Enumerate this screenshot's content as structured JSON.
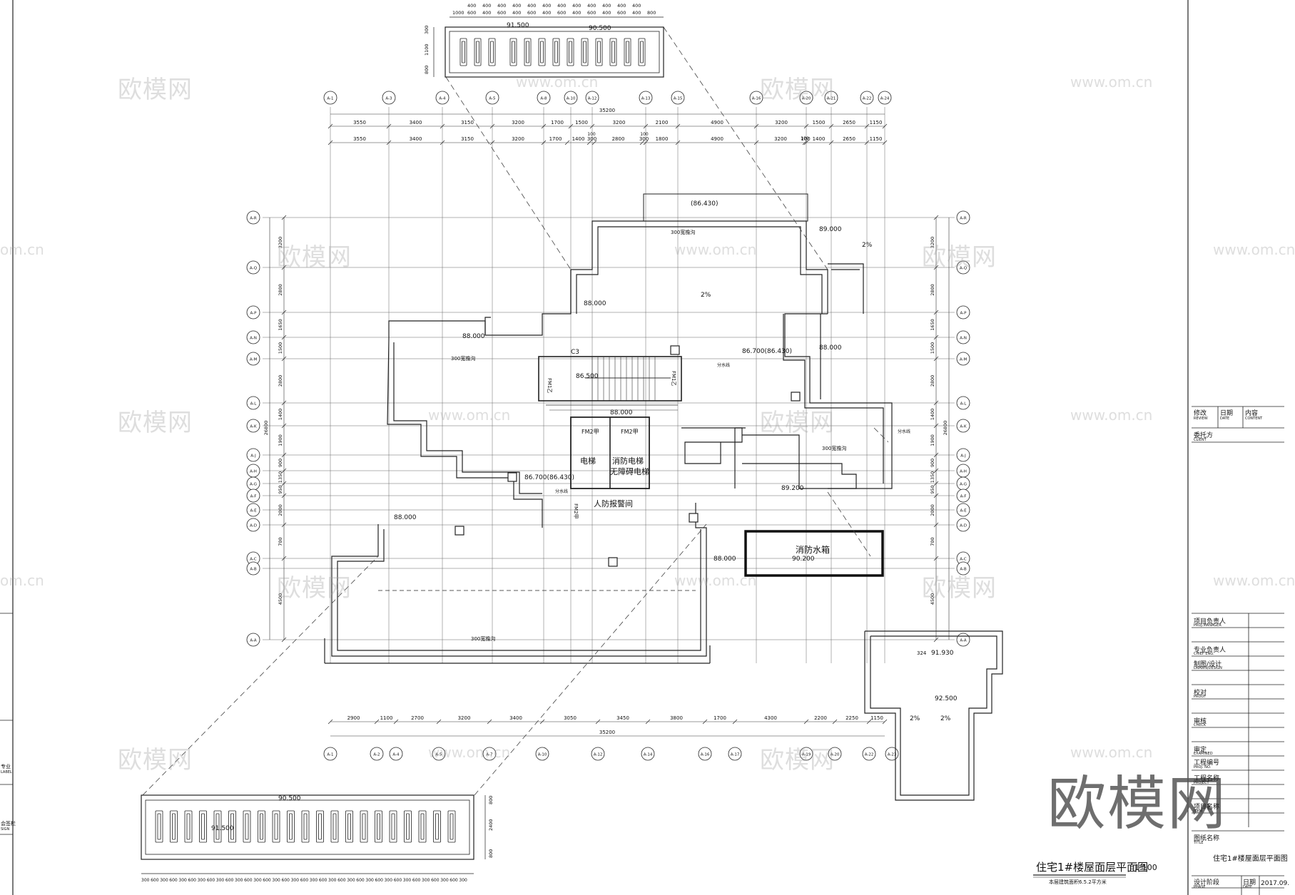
{
  "drawing": {
    "title": "住宅1#楼屋面层平面图",
    "scale": "1:100",
    "note": "本层建筑面积6.5.2平方米"
  },
  "grid": {
    "top_axes": [
      "A-1",
      "A-3",
      "A-4",
      "A-5",
      "A-8",
      "A-10",
      "A-12",
      "A-13",
      "A-15",
      "A-16",
      "A-20",
      "A-21",
      "A-22",
      "A-24"
    ],
    "bottom_axes": [
      "A-1",
      "A-2",
      "A-4",
      "A-5",
      "A-7",
      "A-10",
      "A-12",
      "A-14",
      "A-16",
      "A-17",
      "A-19",
      "A-20",
      "A-22",
      "A-23"
    ],
    "left_axes": [
      "A-R",
      "A-Q",
      "A-P",
      "A-N",
      "A-M",
      "A-L",
      "A-K",
      "A-J",
      "A-H",
      "A-G",
      "A-F",
      "A-E",
      "A-D",
      "A-C",
      "A-B",
      "A-A"
    ],
    "right_axes": [
      "A-R",
      "A-Q",
      "A-P",
      "A-N",
      "A-M",
      "A-L",
      "A-K",
      "A-J",
      "A-H",
      "A-G",
      "A-F",
      "A-E",
      "A-D",
      "A-C",
      "A-B",
      "A-A"
    ],
    "top_total": "35200",
    "top_dims_1": [
      "3550",
      "3400",
      "3150",
      "3200",
      "1700",
      "1500",
      "3200",
      "2100",
      "4900",
      "3200",
      "1500",
      "2650",
      "1150"
    ],
    "top_dims_2": [
      "3550",
      "3400",
      "3150",
      "3200",
      "1700",
      "1400",
      "300",
      "2800",
      "300",
      "1800",
      "4900",
      "3200",
      "100",
      "1400",
      "2650",
      "1150"
    ],
    "top_small": [
      "100",
      "100",
      "100"
    ],
    "bottom_total": "35200",
    "bottom_dims": [
      "2900",
      "1100",
      "2700",
      "3200",
      "3400",
      "3050",
      "3450",
      "3800",
      "1700",
      "4300",
      "2200",
      "2250",
      "1150"
    ],
    "left_dims": [
      "3200",
      "2800",
      "1650",
      "1500",
      "2800",
      "1400",
      "1900",
      "900",
      "1350",
      "950",
      "2000",
      "700",
      "4500"
    ],
    "left_total": "26800",
    "right_dims": [
      "3200",
      "2800",
      "1650",
      "1500",
      "2800",
      "1400",
      "1900",
      "900",
      "1350",
      "950",
      "2000",
      "700",
      "4500"
    ],
    "right_total": "26800"
  },
  "labels": {
    "elev_86430": "(86.430)",
    "elev_89000": "89.000",
    "elev_88000_a": "88.000",
    "elev_88000_b": "88.000",
    "elev_88000_c": "88.000",
    "elev_88000_d": "88.000",
    "elev_88000_e": "88.000",
    "elev_86700_a": "86.700(86.430)",
    "elev_86700_b": "86.700(86.430)",
    "elev_86500": "86.500",
    "elev_89200": "89.200",
    "elev_90200": "90.200",
    "elev_91500_top": "91.500",
    "elev_90500_top": "90.500",
    "elev_90500_bot": "90.500",
    "elev_91500_bot": "91.500",
    "elev_92500": "92.500",
    "elev_91930": "91.930",
    "elev_88000_f": "88.000",
    "parapet_1": "300宽檐沟",
    "parapet_2": "300宽檐沟",
    "parapet_3": "300宽檐沟",
    "parapet_4": "300宽檐沟",
    "slope_1": "2%",
    "slope_2": "2%",
    "slope_3": "2%",
    "slope_4": "2%",
    "c3": "C3",
    "fm1_a": "FM1乙",
    "fm1_b": "FM1乙",
    "fm2_a": "FM2甲",
    "fm2_b": "FM2甲",
    "fm2_c": "FM2甲",
    "elevator": "电梯",
    "fire_elevator": "消防电梯",
    "fire_elevator_2": "无障碍电梯",
    "civil_defense": "人防报警间",
    "water_tank": "消防水箱",
    "downpipe_1": "分水线",
    "downpipe_2": "分水线",
    "downpipe_3": "分水线",
    "label_324": "324",
    "top_detail_dims": [
      "1000",
      "600",
      "400",
      "600",
      "400",
      "600",
      "400",
      "600",
      "400",
      "600",
      "400",
      "600",
      "400",
      "800"
    ],
    "top_detail_heads": [
      "400",
      "400",
      "400",
      "400",
      "400",
      "400",
      "400",
      "400",
      "400",
      "400",
      "400",
      "400"
    ],
    "top_detail_side": [
      "300",
      "1100",
      "800"
    ],
    "bot_detail_side": [
      "800",
      "2400",
      "800"
    ],
    "bot_detail_dims": [
      "300",
      "600",
      "300",
      "600",
      "300",
      "600",
      "300",
      "600",
      "300",
      "600",
      "300",
      "600",
      "300",
      "600",
      "300",
      "600",
      "300",
      "600",
      "300",
      "600",
      "300",
      "600",
      "300",
      "600",
      "300",
      "600",
      "300",
      "600",
      "300",
      "600",
      "300",
      "600",
      "300",
      "600",
      "300"
    ]
  },
  "title_block": {
    "revise": "修改",
    "revise_en": "REVIEW",
    "date": "日期",
    "date_en": "DATE",
    "content": "内容",
    "content_en": "CONTENT",
    "client": "委托方",
    "client_en": "CLIENT",
    "project_manager": "项目负责人",
    "project_manager_en": "PROJ.MANAGER",
    "chief_eng": "专业负责人",
    "chief_eng_en": "CHIEF ENG.",
    "drawn_design": "制图/设计",
    "drawn_design_en": "DRAWN/DESIGN",
    "proof": "校对",
    "proof_en": "PROOF",
    "check": "审核",
    "check_en": "CHECK",
    "examined": "审定",
    "examined_en": "EXAMINED",
    "project_no": "工程编号",
    "project_no_en": "PROJ. NO.",
    "project_name": "工程名称",
    "project_name_en": "PROJECT",
    "item_name": "项目名称",
    "item_name_en": "ITEM",
    "drawing_name": "图纸名称",
    "drawing_name_en": "TITLE",
    "drawing_title": "住宅1#楼屋面层平面图",
    "design_phase": "设计阶段",
    "design_phase_en": "PHASE",
    "date2": "日期",
    "date2_en": "DATE",
    "date_value": "2017.09.",
    "left_margin_1": "专业",
    "left_margin_1_en": "LABEL",
    "left_margin_2": "会签栏",
    "left_margin_2_en": "SIGN"
  },
  "watermarks": {
    "brand": "欧模网",
    "url": "www.om.cn",
    "url_partial": "om.cn"
  }
}
